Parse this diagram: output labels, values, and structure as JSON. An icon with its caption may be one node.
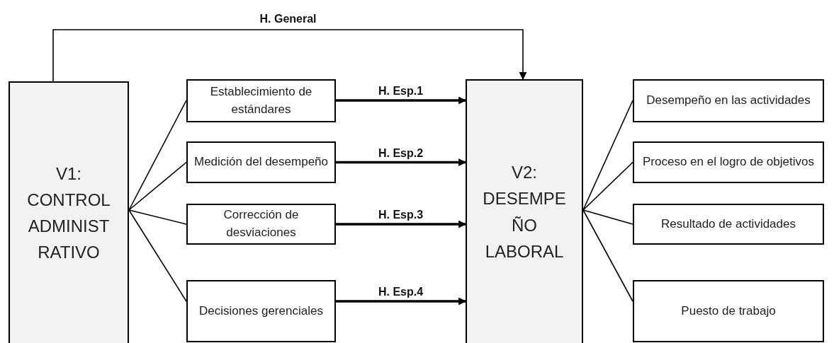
{
  "diagram": {
    "nodes": [
      {
        "text": [
          "V1: CONTROL ADMINIST RATIVO"
        ]
      },
      {
        "text": [
          "Establecimiento de estándares"
        ]
      },
      {
        "text": [
          "Medición del desempeño"
        ]
      },
      {
        "text": [
          "Corrección de desviaciones"
        ]
      },
      {
        "text": [
          "Decisiones gerenciales"
        ]
      },
      {
        "text": [
          "V2: DESEMPE ÑO LABORAL"
        ]
      },
      {
        "text": [
          "Desempeño en las actividades"
        ]
      },
      {
        "text": [
          "Proceso en el logro de objetivos"
        ]
      },
      {
        "text": [
          "Resultado de actividades"
        ]
      },
      {
        "text": [
          "Puesto de trabajo"
        ]
      }
    ],
    "edges": [
      {
        "from": 0,
        "to": 5,
        "arrow": "to",
        "label": "H. General"
      },
      {
        "from": 0,
        "to": 1,
        "arrow": "none"
      },
      {
        "from": 0,
        "to": 2,
        "arrow": "none"
      },
      {
        "from": 0,
        "to": 3,
        "arrow": "none"
      },
      {
        "from": 0,
        "to": 4,
        "arrow": "none"
      },
      {
        "from": 1,
        "to": 5,
        "arrow": "to",
        "style": "thick",
        "label": "H. Esp.1"
      },
      {
        "from": 2,
        "to": 5,
        "arrow": "to",
        "style": "thick",
        "label": "H. Esp.2"
      },
      {
        "from": 3,
        "to": 5,
        "arrow": "to",
        "style": "thick",
        "label": "H. Esp.3"
      },
      {
        "from": 4,
        "to": 5,
        "arrow": "to",
        "style": "thick",
        "label": "H. Esp.4"
      },
      {
        "from": 5,
        "to": 6,
        "arrow": "none"
      },
      {
        "from": 5,
        "to": 7,
        "arrow": "none"
      },
      {
        "from": 5,
        "to": 8,
        "arrow": "none"
      },
      {
        "from": 5,
        "to": 9,
        "arrow": "none"
      }
    ]
  }
}
